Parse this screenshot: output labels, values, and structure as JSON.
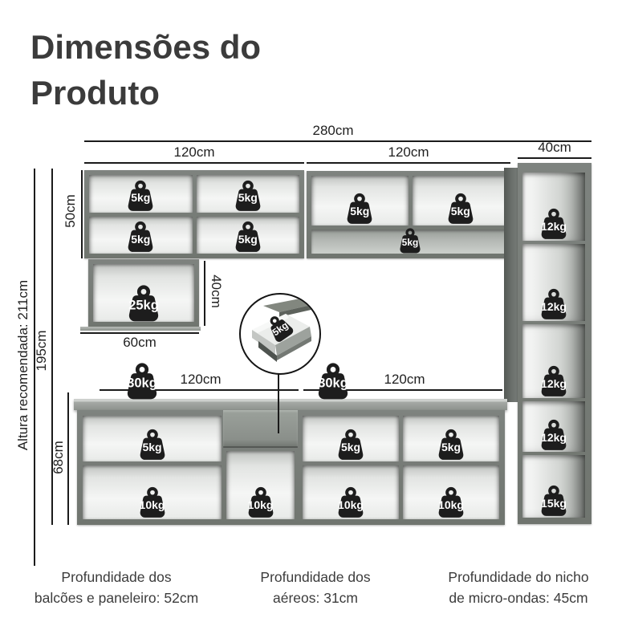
{
  "title": "Dimensões do Produto",
  "colors": {
    "background": "#ffffff",
    "line": "#1b1b1b",
    "title_text": "#3b3b3b",
    "cabinet_frame": "#767b77",
    "cabinet_interior": "#f2f4f2",
    "weight_badge": "#1d1d1d",
    "weight_label": "#ffffff"
  },
  "icons": {
    "weight": "kettlebell-weight-icon"
  },
  "dimensions": {
    "total_width": "280cm",
    "upper_left_width": "120cm",
    "upper_right_width": "120cm",
    "microwave_niche_width": "40cm",
    "upper_cabinet_height": "50cm",
    "hood_cabinet_height": "40cm",
    "hood_cabinet_width": "60cm",
    "counter_left_width": "120cm",
    "counter_right_width": "120cm",
    "base_cabinet_height": "68cm",
    "cabinet_total_height": "195cm",
    "recommended_height": "Altura recomendada: 211cm"
  },
  "load_capacities": {
    "upper_left_cells": [
      "5kg",
      "5kg",
      "5kg",
      "5kg"
    ],
    "upper_mid_cells": [
      "5kg",
      "5kg"
    ],
    "upper_mid_shelf": "5kg",
    "hood_cabinet": "25kg",
    "drawer_detail": "5kg",
    "countertops": [
      "30kg",
      "30kg"
    ],
    "base_upper_cells": [
      "5kg",
      "5kg",
      "5kg"
    ],
    "base_lower_cells": [
      "10kg",
      "10kg",
      "10kg",
      "10kg"
    ],
    "tall_cabinet_cells": [
      "12kg",
      "12kg",
      "12kg",
      "12kg",
      "15kg"
    ]
  },
  "footer": {
    "depth_base": {
      "line1": "Profundidade dos",
      "line2": "balcões e paneleiro: 52cm"
    },
    "depth_upper": {
      "line1": "Profundidade dos",
      "line2": "aéreos: 31cm"
    },
    "depth_niche": {
      "line1": "Profundidade do nicho",
      "line2": "de micro-ondas: 45cm"
    }
  }
}
